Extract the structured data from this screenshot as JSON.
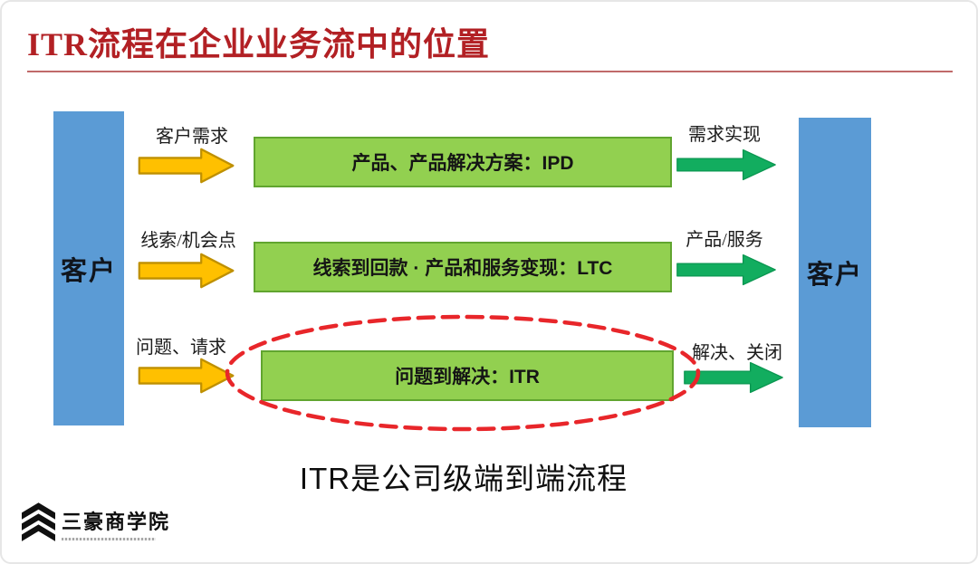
{
  "colors": {
    "title": "#b22024",
    "rule": "#c06a6a",
    "blue": "#5b9bd5",
    "boxText": "#10151d",
    "greenBar": "#92d050",
    "greenBarBorder": "#61a52f",
    "yellow": "#ffc000",
    "yellowBorder": "#bf9000",
    "greenArrow": "#12ad5f",
    "greenArrowBorder": "#0b9751",
    "red": "#e8262a",
    "text": "#1a1a1a"
  },
  "title": "ITR流程在企业业务流中的位置",
  "left_customer": "客户",
  "right_customer": "客户",
  "rows": [
    {
      "input": "客户需求",
      "process": "产品、产品解决方案：IPD",
      "output": "需求实现"
    },
    {
      "input": "线索/机会点",
      "process": "线索到回款 · 产品和服务变现：LTC",
      "output": "产品/服务"
    },
    {
      "input": "问题、请求",
      "process": "问题到解决：ITR",
      "output": "解决、关闭"
    }
  ],
  "footnote": "ITR是公司级端到端流程",
  "logo": {
    "name": "三豪商学院"
  }
}
